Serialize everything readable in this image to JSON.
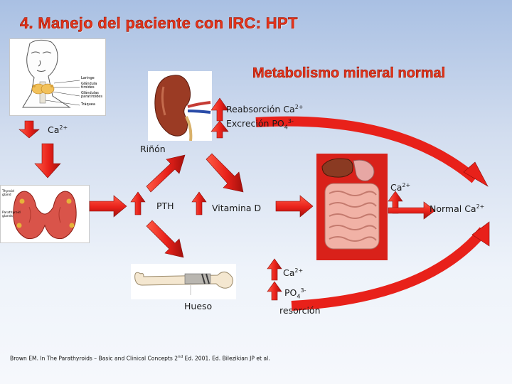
{
  "title": "4. Manejo del paciente con IRC: HPT",
  "subtitle": "Metabolismo mineral normal",
  "labels": {
    "ca_left_base": "Ca",
    "ca_left_sup": "2+",
    "reab_text": "Reabsorción Ca",
    "reab_sup": "2+",
    "excr_text": "Excreción PO",
    "excr_sub": "4",
    "excr_sup": "3-",
    "rinon": "Riñón",
    "ca_intest_base": "Ca",
    "ca_intest_sup": "2+",
    "pth": "PTH",
    "vitd": "Vitamina D",
    "normal_base": "Normal Ca",
    "normal_sup": "2+",
    "ca_bone_base": "Ca",
    "ca_bone_sup": "2+",
    "po4_base": "PO",
    "po4_sub": "4",
    "po4_sup": "3-",
    "resorcion": "resorción",
    "hueso": "Hueso"
  },
  "neck_labels": [
    "Laringe",
    "Glándula tiroides",
    "Glándulas paratiroides",
    "Tráquea"
  ],
  "thyroid_labels": [
    "Thyroid gland",
    "Parathyroid glands"
  ],
  "citation": {
    "pre": "Brown EM. In The Parathyroids – Basic and Clinical Concepts 2",
    "sup": "nd",
    "post": " Ed. 2001. Ed. Bilezikian JP et al."
  },
  "colors": {
    "arrow": "#e8211a",
    "arrow_dark": "#8b0d0a",
    "title": "#e8341c",
    "photo_border": "#c9c9c9"
  },
  "icons": [
    "neck-anatomy-illustration",
    "kidney-illustration",
    "thyroid-illustration",
    "intestine-illustration",
    "bone-illustration"
  ]
}
